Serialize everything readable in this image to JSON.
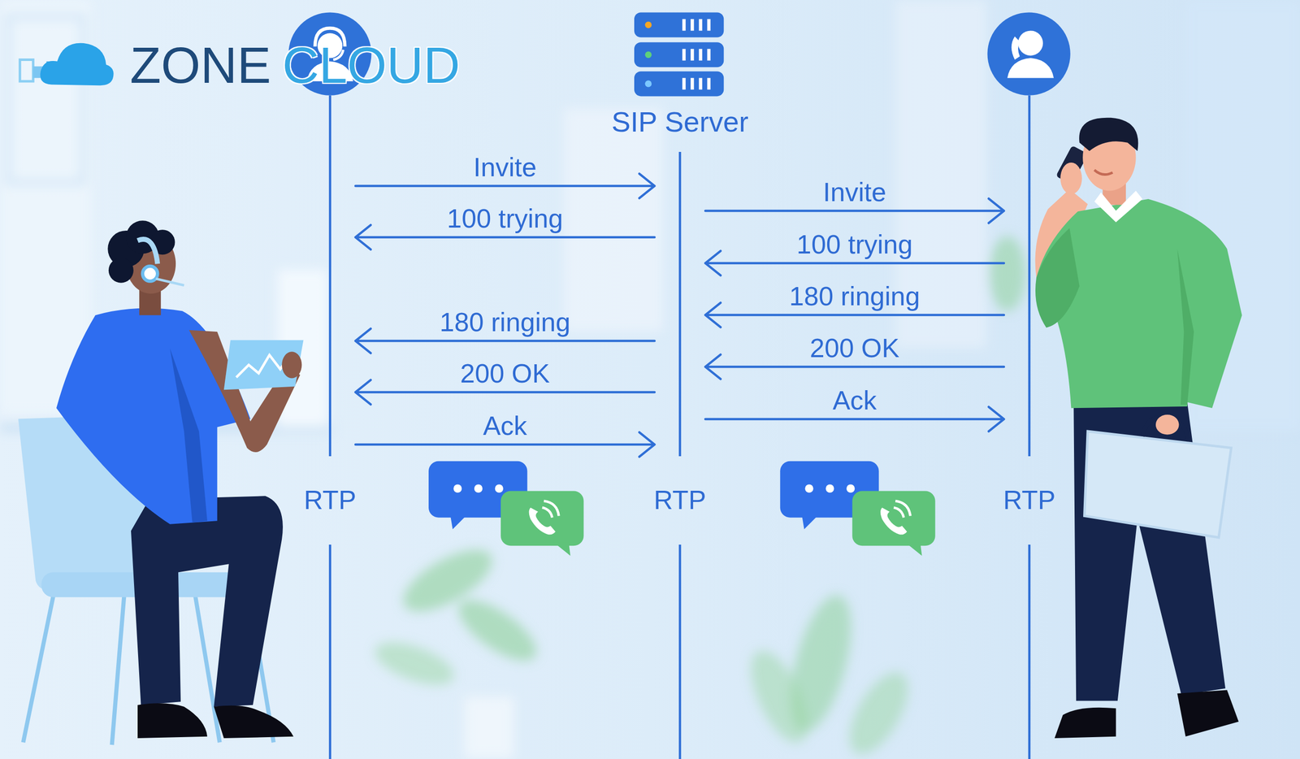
{
  "diagram": {
    "nodes": [
      {
        "text": [
          "RTP"
        ]
      },
      {
        "text": [
          "SIP Server",
          "RTP"
        ]
      },
      {
        "text": [
          "RTP"
        ]
      }
    ],
    "edges": [
      {
        "from": 0,
        "to": 1,
        "label": "Invite",
        "arrow": "to"
      },
      {
        "from": 1,
        "to": 0,
        "label": "100 trying",
        "arrow": "to"
      },
      {
        "from": 1,
        "to": 0,
        "label": "180 ringing",
        "arrow": "to"
      },
      {
        "from": 1,
        "to": 0,
        "label": "200 OK",
        "arrow": "to"
      },
      {
        "from": 0,
        "to": 1,
        "label": "Ack",
        "arrow": "to"
      },
      {
        "from": 1,
        "to": 2,
        "label": "Invite",
        "arrow": "to"
      },
      {
        "from": 2,
        "to": 1,
        "label": "100 trying",
        "arrow": "to"
      },
      {
        "from": 2,
        "to": 1,
        "label": "180 ringing",
        "arrow": "to"
      },
      {
        "from": 2,
        "to": 1,
        "label": "200 OK",
        "arrow": "to"
      },
      {
        "from": 1,
        "to": 2,
        "label": "Ack",
        "arrow": "to"
      }
    ],
    "labels": [
      "ZONE",
      "CLOUD"
    ]
  }
}
